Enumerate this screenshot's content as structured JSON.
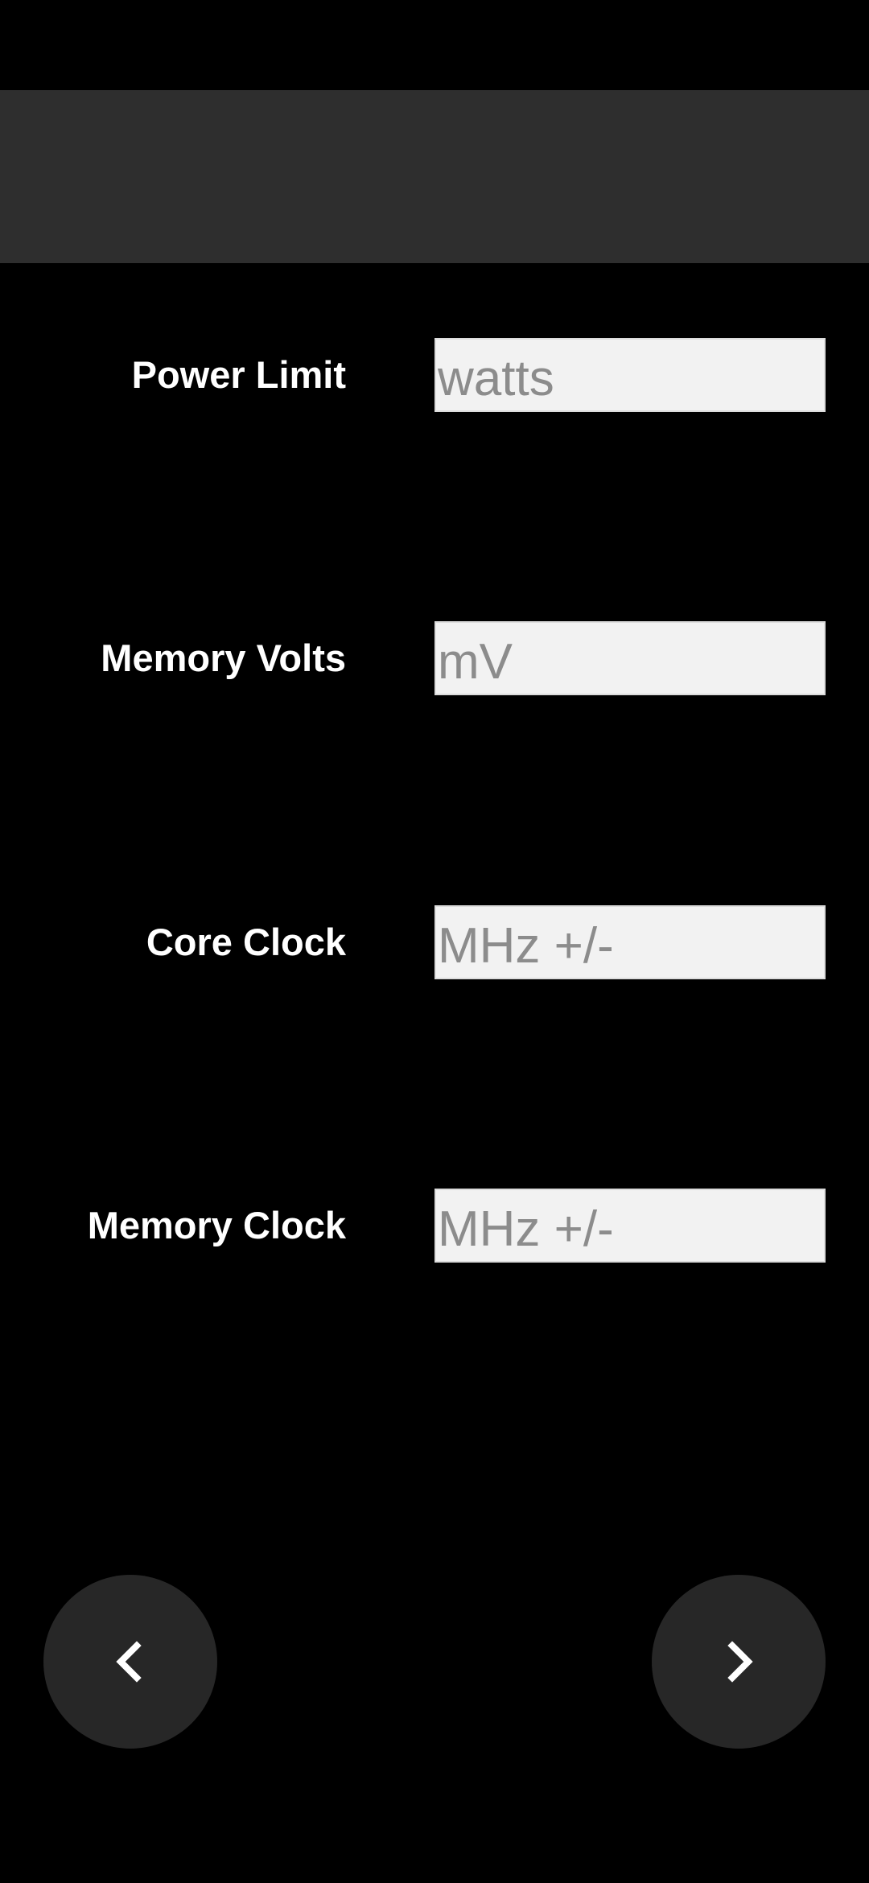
{
  "form": {
    "fields": [
      {
        "label": "Power Limit",
        "placeholder": "watts",
        "value": ""
      },
      {
        "label": "Memory Volts",
        "placeholder": "mV",
        "value": ""
      },
      {
        "label": "Core Clock",
        "placeholder": "MHz +/-",
        "value": ""
      },
      {
        "label": "Memory Clock",
        "placeholder": "MHz +/-",
        "value": ""
      }
    ]
  },
  "navigation": {
    "prev_icon": "chevron-left-icon",
    "next_icon": "chevron-right-icon"
  },
  "colors": {
    "background": "#000000",
    "toolbar": "#2e2e2e",
    "input_background": "#f2f2f2",
    "placeholder_text": "#8c8c8c",
    "nav_button": "#272727",
    "label_text": "#ffffff"
  }
}
